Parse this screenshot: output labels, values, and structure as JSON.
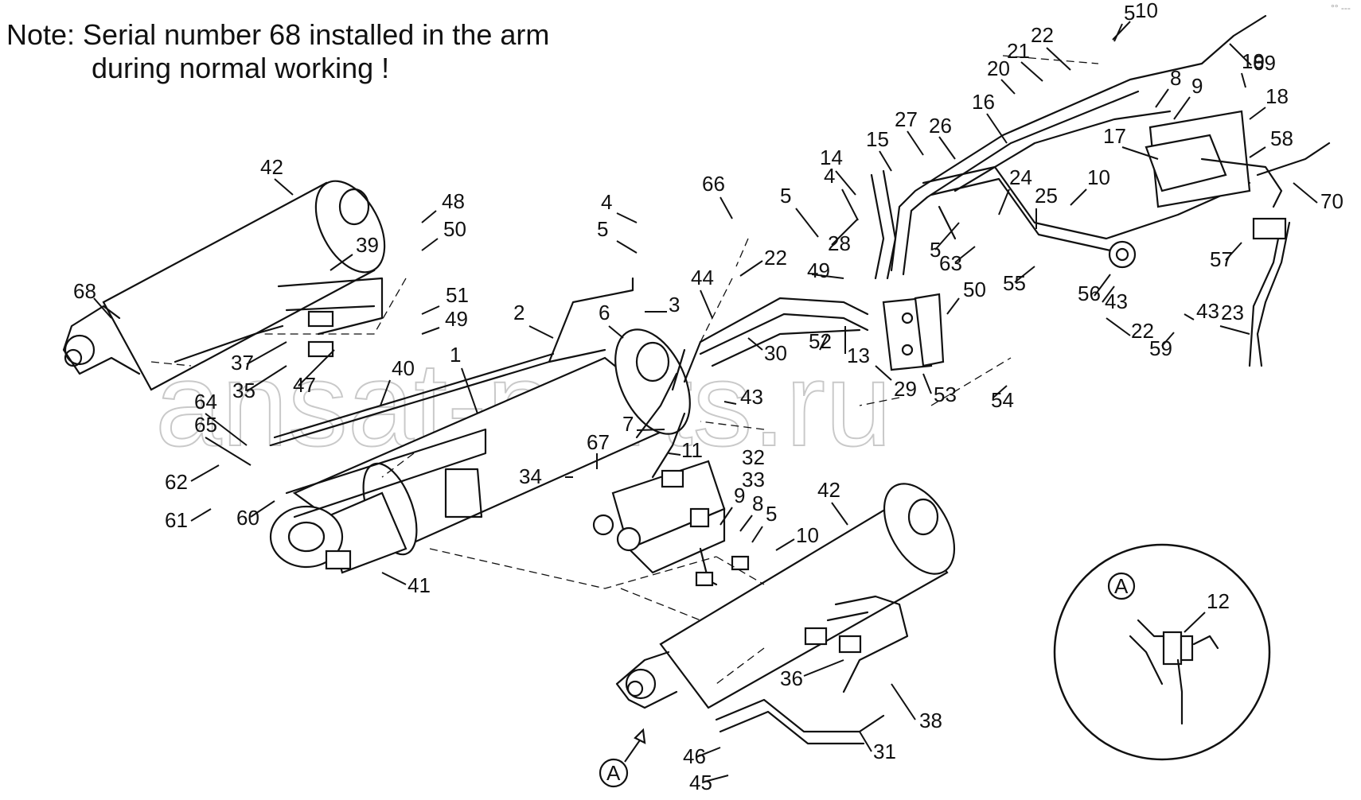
{
  "note": {
    "line1": "Note: Serial number 68 installed in the arm",
    "line2": "during normal working !"
  },
  "watermark": "ansat-parts.ru",
  "detail_view": {
    "letter": "A",
    "part_label": "12"
  },
  "view_marker": {
    "letter": "A"
  },
  "corner_mark": "°° ---",
  "labels": [
    "1",
    "2",
    "3",
    "4",
    "4",
    "5",
    "5",
    "5",
    "5",
    "5",
    "6",
    "7",
    "8",
    "8",
    "9",
    "9",
    "10",
    "10",
    "10",
    "11",
    "13",
    "14",
    "15",
    "16",
    "17",
    "18",
    "19",
    "20",
    "21",
    "22",
    "22",
    "22",
    "23",
    "24",
    "25",
    "26",
    "27",
    "28",
    "29",
    "30",
    "31",
    "32",
    "33",
    "34",
    "35",
    "36",
    "37",
    "38",
    "39",
    "40",
    "41",
    "42",
    "42",
    "43",
    "43",
    "43",
    "44",
    "45",
    "46",
    "47",
    "48",
    "49",
    "49",
    "50",
    "50",
    "51",
    "52",
    "53",
    "54",
    "55",
    "56",
    "57",
    "58",
    "59",
    "60",
    "61",
    "62",
    "63",
    "64",
    "65",
    "66",
    "67",
    "68",
    "69",
    "70"
  ],
  "colors": {
    "ink": "#111111",
    "watermark": "#c9c9c9",
    "background": "#ffffff"
  }
}
